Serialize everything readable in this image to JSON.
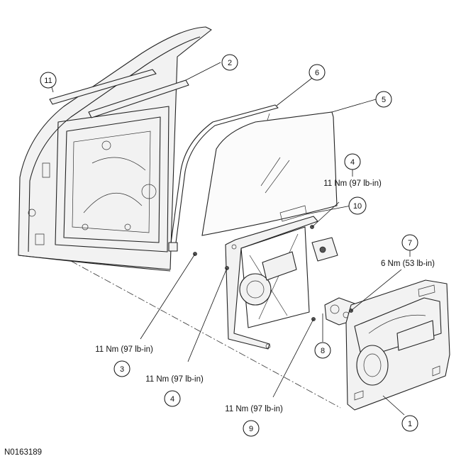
{
  "figure_id": "N0163189",
  "callouts": [
    {
      "id": "c1",
      "number": "1"
    },
    {
      "id": "c2",
      "number": "2"
    },
    {
      "id": "c3",
      "number": "3"
    },
    {
      "id": "c4a",
      "number": "4"
    },
    {
      "id": "c4b",
      "number": "4"
    },
    {
      "id": "c5",
      "number": "5"
    },
    {
      "id": "c6",
      "number": "6"
    },
    {
      "id": "c7",
      "number": "7"
    },
    {
      "id": "c8",
      "number": "8"
    },
    {
      "id": "c9",
      "number": "9"
    },
    {
      "id": "c10",
      "number": "10"
    },
    {
      "id": "c11",
      "number": "11"
    }
  ],
  "torque_labels": {
    "c3": "11 Nm (97 lb-in)",
    "c4a": "11 Nm (97 lb-in)",
    "c4b": "11 Nm (97 lb-in)",
    "c7": "6 Nm (53 lb-in)",
    "c9": "11 Nm (97 lb-in)"
  }
}
